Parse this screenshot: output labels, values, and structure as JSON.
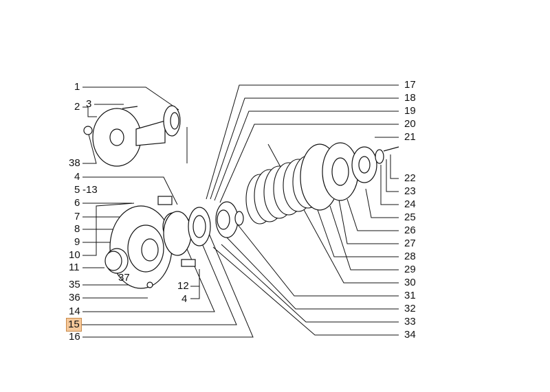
{
  "diagram": {
    "highlight_color": "#f5c89a",
    "left_labels": {
      "p1": "1",
      "p2": "2",
      "p3": "3",
      "p38": "38",
      "p4a": "4",
      "p5": "5",
      "p13": "-13",
      "p6": "6",
      "p7": "7",
      "p8": "8",
      "p9": "9",
      "p10": "10",
      "p11": "11",
      "p37": "37",
      "p35": "35",
      "p36": "36",
      "p12": "12",
      "p4b": "4",
      "p14": "14",
      "p15": "15",
      "p16": "16"
    },
    "right_labels": {
      "p17": "17",
      "p18": "18",
      "p19": "19",
      "p20": "20",
      "p21": "21",
      "p22": "22",
      "p23": "23",
      "p24": "24",
      "p25": "25",
      "p26": "26",
      "p27": "27",
      "p28": "28",
      "p29": "29",
      "p30": "30",
      "p31": "31",
      "p32": "32",
      "p33": "33",
      "p34": "34"
    }
  }
}
